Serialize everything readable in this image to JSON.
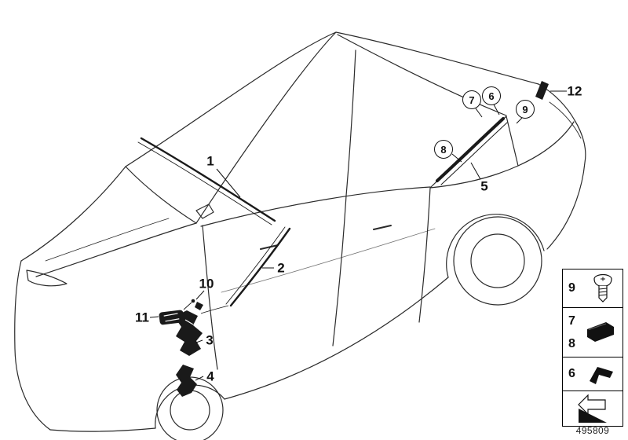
{
  "diagram": {
    "number": "495809",
    "ink_color": "#1a1a1a",
    "callouts": {
      "plain": [
        {
          "id": "1"
        },
        {
          "id": "2"
        },
        {
          "id": "3"
        },
        {
          "id": "4"
        },
        {
          "id": "5"
        },
        {
          "id": "10"
        },
        {
          "id": "11"
        },
        {
          "id": "12"
        }
      ],
      "circled": [
        {
          "id": "6"
        },
        {
          "id": "7"
        },
        {
          "id": "8"
        },
        {
          "id": "9"
        }
      ]
    },
    "legend": {
      "rows": [
        {
          "labels": [
            "9"
          ],
          "icon": "screw-icon"
        },
        {
          "labels": [
            "7",
            "8"
          ],
          "icon": "pad-icon"
        },
        {
          "labels": [
            "6"
          ],
          "icon": "clip-icon"
        },
        {
          "labels": [],
          "icon": "direction-arrow-icon"
        }
      ]
    }
  }
}
